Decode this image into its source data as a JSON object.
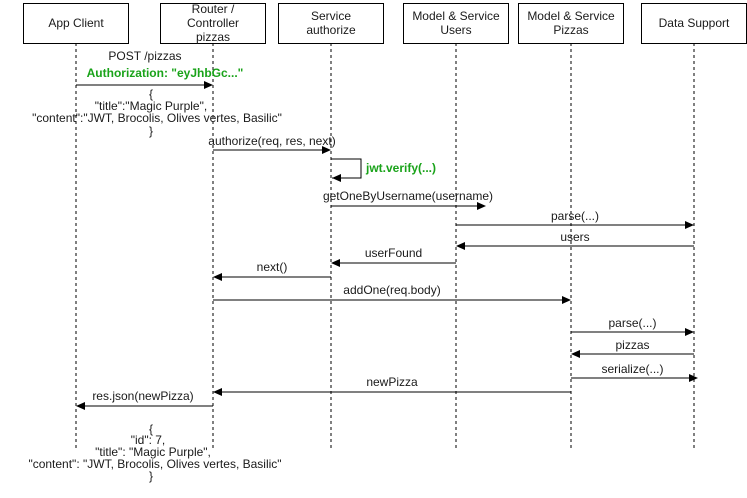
{
  "participants": [
    {
      "id": "client",
      "lines": [
        "App Client"
      ]
    },
    {
      "id": "router",
      "lines": [
        "Router /",
        "Controller",
        "pizzas"
      ]
    },
    {
      "id": "auth",
      "lines": [
        "Service",
        "authorize"
      ]
    },
    {
      "id": "users",
      "lines": [
        "Model & Service",
        "Users"
      ]
    },
    {
      "id": "pizzas",
      "lines": [
        "Model & Service",
        "Pizzas"
      ]
    },
    {
      "id": "data",
      "lines": [
        "Data Support"
      ]
    }
  ],
  "messages": [
    {
      "from": "client",
      "to": "router",
      "label": "POST /pizzas",
      "extra_label": "Authorization: \"eyJhbGc...\"",
      "extra_color": "#1aa31a"
    },
    {
      "from": "router",
      "to": "auth",
      "label": "authorize(req, res, next)"
    },
    {
      "from": "auth",
      "to": "auth",
      "label": "jwt.verify(...)",
      "color": "#1aa31a",
      "self": true
    },
    {
      "from": "auth",
      "to": "users",
      "label": "getOneByUsername(username)"
    },
    {
      "from": "users",
      "to": "data",
      "label": "parse(...)"
    },
    {
      "from": "data",
      "to": "users",
      "label": "users"
    },
    {
      "from": "users",
      "to": "auth",
      "label": "userFound"
    },
    {
      "from": "auth",
      "to": "router",
      "label": "next()"
    },
    {
      "from": "router",
      "to": "pizzas",
      "label": "addOne(req.body)"
    },
    {
      "from": "pizzas",
      "to": "data",
      "label": "parse(...)"
    },
    {
      "from": "data",
      "to": "pizzas",
      "label": "pizzas"
    },
    {
      "from": "pizzas",
      "to": "data",
      "label": "serialize(...)"
    },
    {
      "from": "pizzas",
      "to": "router",
      "label": "newPizza"
    },
    {
      "from": "router",
      "to": "client",
      "label": "res.json(newPizza)"
    }
  ],
  "notes": {
    "request_body": [
      "{",
      "\"title\":\"Magic Purple\",",
      "\"content\":\"JWT, Brocolis, Olives vertes, Basilic\"",
      "}"
    ],
    "response_body": [
      "{",
      "\"id\": 7,",
      "\"title\": \"Magic Purple\",",
      "\"content\": \"JWT, Brocolis, Olives vertes, Basilic\"",
      "}"
    ]
  }
}
